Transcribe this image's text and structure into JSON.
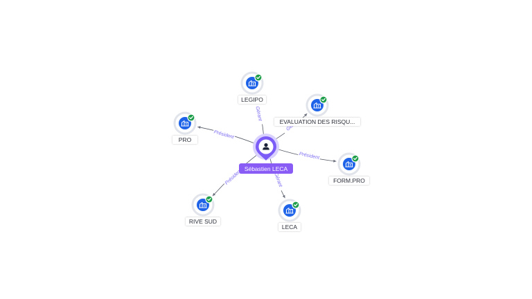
{
  "center": {
    "name": "Sébastien LECA",
    "icon": "person-icon",
    "pin_color": "#7c5cf6"
  },
  "companies": [
    {
      "id": "legipo",
      "name": "LEGIPO",
      "icon": "building-icon",
      "verified": true
    },
    {
      "id": "evaluation",
      "name": "EVALUATION DES RISQU...",
      "icon": "building-icon",
      "verified": true
    },
    {
      "id": "pro",
      "name": "PRO",
      "icon": "building-icon",
      "verified": true
    },
    {
      "id": "formpro",
      "name": "FORM.PRO",
      "icon": "building-icon",
      "verified": true
    },
    {
      "id": "rivesud",
      "name": "RIVE SUD",
      "icon": "building-icon",
      "verified": true
    },
    {
      "id": "leca",
      "name": "LECA",
      "icon": "building-icon",
      "verified": true
    }
  ],
  "edges": [
    {
      "to": "legipo",
      "label": "Gérant"
    },
    {
      "to": "evaluation",
      "label": "Gérant"
    },
    {
      "to": "pro",
      "label": "Président"
    },
    {
      "to": "formpro",
      "label": "Président"
    },
    {
      "to": "rivesud",
      "label": "Président"
    },
    {
      "to": "leca",
      "label": "Gérant"
    }
  ],
  "colors": {
    "node": "#1f63e8",
    "verified": "#1e9e4a",
    "edge_label": "#7b6cf0",
    "center_label": "#8a5cf6"
  }
}
